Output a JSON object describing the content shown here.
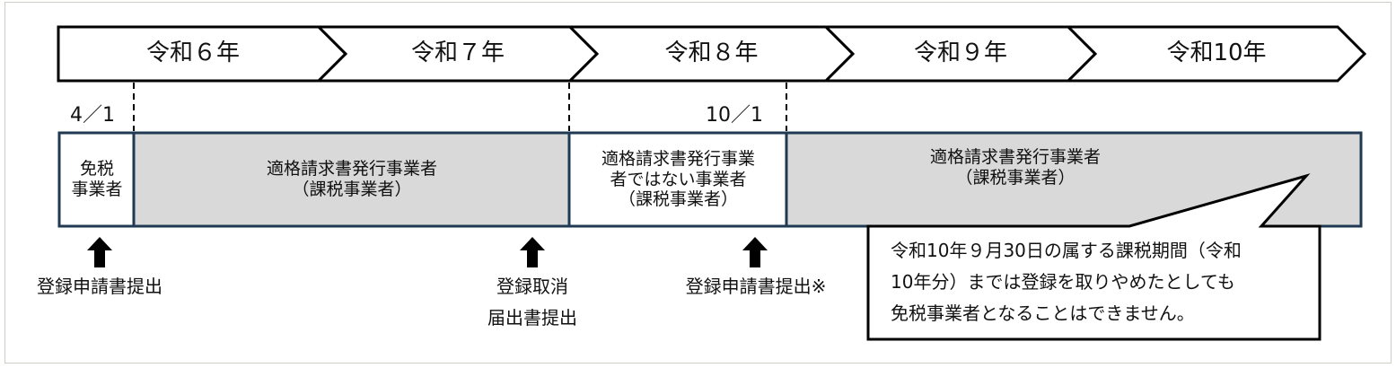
{
  "colors": {
    "outline": "#000000",
    "segment_border": "#1f3a52",
    "segment_fill_shaded": "#d9d9d9",
    "segment_fill_white": "#ffffff",
    "frame_border": "#cfcdc6"
  },
  "timeline": {
    "years": [
      {
        "label": "令和６年"
      },
      {
        "label": "令和７年"
      },
      {
        "label": "令和８年"
      },
      {
        "label": "令和９年"
      },
      {
        "label": "令和10年"
      }
    ]
  },
  "markers": [
    {
      "label": "4／1"
    },
    {
      "label": "10／1"
    }
  ],
  "segments": [
    {
      "lines": [
        "免税",
        "事業者"
      ],
      "shaded": false
    },
    {
      "lines": [
        "適格請求書発行事業者",
        "（課税事業者）"
      ],
      "shaded": true
    },
    {
      "lines": [
        "適格請求書発行事業",
        "者ではない事業者",
        "（課税事業者）"
      ],
      "shaded": false
    },
    {
      "lines": [
        "適格請求書発行事業者",
        "（課税事業者）"
      ],
      "shaded": true
    }
  ],
  "events": [
    {
      "lines": [
        "登録申請書提出"
      ],
      "icon": "up-arrow"
    },
    {
      "lines": [
        "登録取消",
        "届出書提出"
      ],
      "icon": "up-arrow"
    },
    {
      "lines": [
        "登録申請書提出※"
      ],
      "icon": "up-arrow"
    }
  ],
  "callout": {
    "lines": [
      "令和10年９月30日の属する課税期間（令和",
      "10年分）までは登録を取りやめたとしても",
      "免税事業者となることはできません。"
    ]
  }
}
